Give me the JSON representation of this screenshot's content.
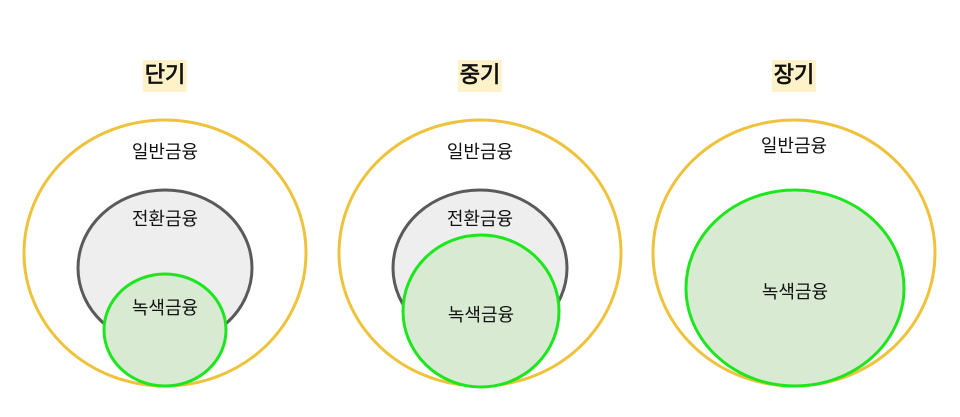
{
  "panels": [
    {
      "title": "단기",
      "outer_label": "일반금융",
      "mid_label": "전환금융",
      "inner_label": "녹색금융"
    },
    {
      "title": "중기",
      "outer_label": "일반금융",
      "mid_label": "전환금융",
      "inner_label": "녹색금융"
    },
    {
      "title": "장기",
      "outer_label": "일반금융",
      "inner_label": "녹색금융"
    }
  ],
  "colors": {
    "outer_stroke": "#efc23c",
    "mid_stroke": "#5a5a5a",
    "mid_fill": "#eeeeee",
    "inner_stroke": "#1ee61e",
    "inner_fill": "#d9ead3"
  }
}
